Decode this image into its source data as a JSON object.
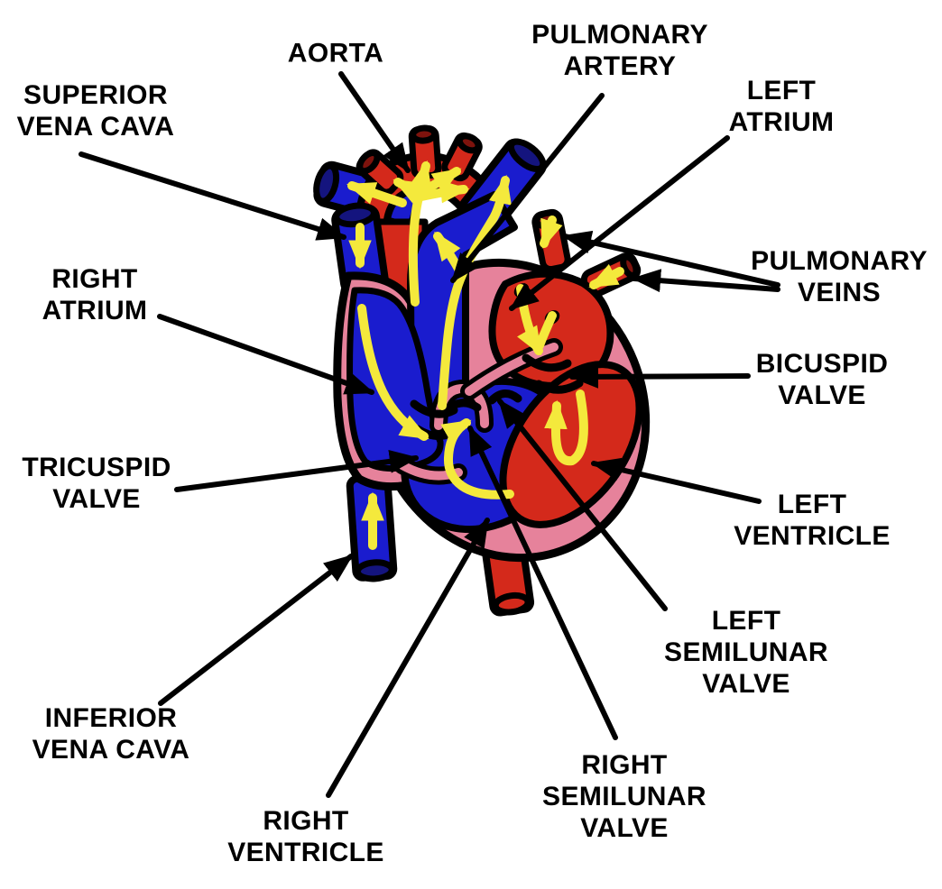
{
  "diagram": {
    "type": "labeled-anatomy-diagram",
    "subject": "Cross-section of the human heart with yellow blood-flow arrows and black leader-line labels"
  },
  "labels": {
    "superior_vena_cava": {
      "text": "SUPERIOR\nVENA CAVA"
    },
    "aorta": {
      "text": "AORTA"
    },
    "pulmonary_artery": {
      "text": "PULMONARY\nARTERY"
    },
    "left_atrium": {
      "text": "LEFT\nATRIUM"
    },
    "pulmonary_veins": {
      "text": "PULMONARY\nVEINS"
    },
    "bicuspid_valve": {
      "text": "BICUSPID\nVALVE"
    },
    "left_ventricle": {
      "text": "LEFT\nVENTRICLE"
    },
    "left_semilunar_valve": {
      "text": "LEFT\nSEMILUNAR\nVALVE"
    },
    "right_semilunar_valve": {
      "text": "RIGHT\nSEMILUNAR\nVALVE"
    },
    "right_ventricle": {
      "text": "RIGHT\nVENTRICLE"
    },
    "inferior_vena_cava": {
      "text": "INFERIOR\nVENA CAVA"
    },
    "tricuspid_valve": {
      "text": "TRICUSPID\nVALVE"
    },
    "right_atrium": {
      "text": "RIGHT\nATRIUM"
    }
  },
  "colors": {
    "oxygenated_red": "#D4291B",
    "deoxygenated_blue": "#1A1CCE",
    "heart_wall_pink": "#E6829B",
    "flow_arrow_yellow": "#F4E93C",
    "vessel_cap_dark_blue": "#14147E",
    "vessel_cap_dark_red": "#7E130D",
    "outline_black": "#000000",
    "background": "#FFFFFF"
  }
}
